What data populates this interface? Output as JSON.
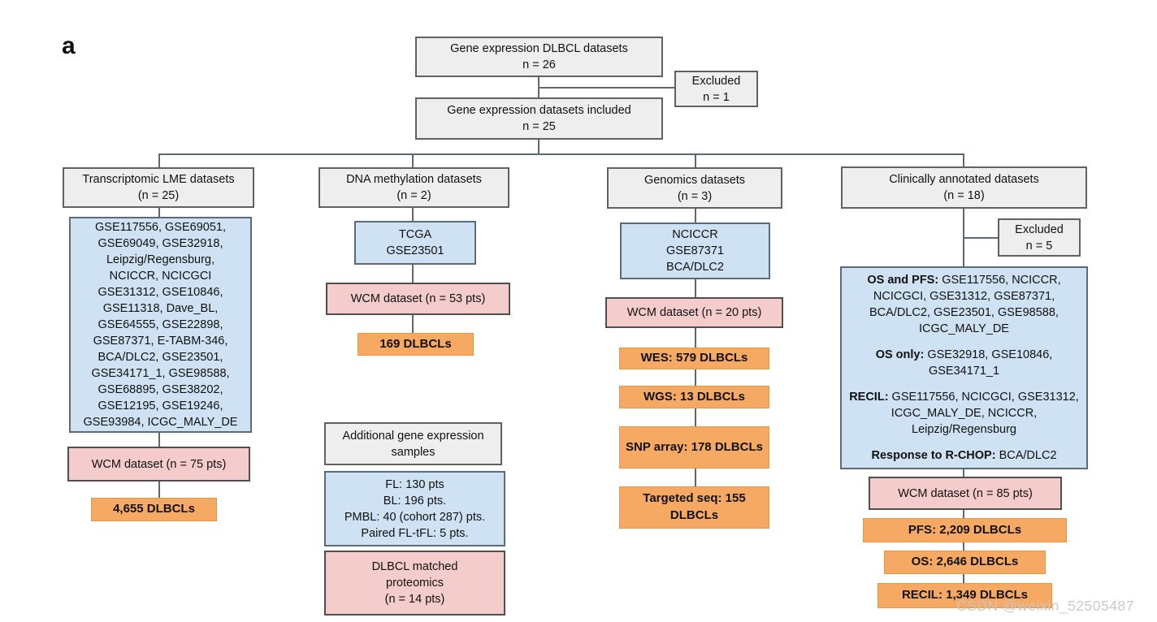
{
  "panel_label": "a",
  "watermark": "CSDN @weixin_52505487",
  "colors": {
    "header_fill": "#eeeeee",
    "datasets_fill": "#cfe2f3",
    "wcm_fill": "#f4cccc",
    "result_fill": "#f5a962",
    "connector": "#5c6874",
    "border": "#595959"
  },
  "top": {
    "root": [
      "Gene expression DLBCL datasets",
      "n = 26"
    ],
    "excluded": [
      "Excluded",
      "n = 1"
    ],
    "included": [
      "Gene expression datasets included",
      "n = 25"
    ]
  },
  "columns": [
    {
      "header": [
        "Transcriptomic LME datasets",
        "(n = 25)"
      ],
      "datasets": [
        "GSE117556, GSE69051,",
        "GSE69049, GSE32918,",
        "Leipzig/Regensburg,",
        "NCICCR, NCICGCI",
        "GSE31312, GSE10846,",
        "GSE11318, Dave_BL,",
        "GSE64555, GSE22898,",
        "GSE87371, E-TABM-346,",
        "BCA/DLC2, GSE23501,",
        "GSE34171_1, GSE98588,",
        "GSE68895, GSE38202,",
        "GSE12195, GSE19246,",
        "GSE93984, ICGC_MALY_DE"
      ],
      "wcm": "WCM dataset (n = 75 pts)",
      "results": [
        "4,655 DLBCLs"
      ]
    },
    {
      "header": [
        "DNA methylation datasets",
        "(n = 2)"
      ],
      "datasets": [
        "TCGA",
        "GSE23501"
      ],
      "wcm": "WCM dataset (n = 53 pts)",
      "results": [
        "169 DLBCLs"
      ],
      "additional": {
        "header": [
          "Additional gene expression",
          "samples"
        ],
        "samples": [
          "FL: 130 pts",
          "BL: 196 pts.",
          "PMBL: 40 (cohort 287) pts.",
          "Paired FL-tFL: 5 pts."
        ],
        "proteomics": [
          "DLBCL matched",
          "proteomics",
          "(n = 14 pts)"
        ]
      }
    },
    {
      "header": [
        "Genomics datasets",
        "(n = 3)"
      ],
      "datasets": [
        "NCICCR",
        "GSE87371",
        "BCA/DLC2"
      ],
      "wcm": "WCM dataset (n = 20 pts)",
      "results": [
        "WES: 579 DLBCLs",
        "WGS: 13 DLBCLs",
        "SNP array: 178 DLBCLs",
        "Targeted seq: 155 DLBCLs"
      ]
    },
    {
      "header": [
        "Clinically annotated datasets",
        "(n = 18)"
      ],
      "excluded": [
        "Excluded",
        "n = 5"
      ],
      "clinical_endpoints": [
        {
          "label": "OS and PFS:",
          "datasets": "GSE117556, NCICCR, NCICGCI, GSE31312, GSE87371, BCA/DLC2, GSE23501, GSE98588, ICGC_MALY_DE"
        },
        {
          "label": "OS only:",
          "datasets": "GSE32918, GSE10846, GSE34171_1"
        },
        {
          "label": "RECIL:",
          "datasets": "GSE117556, NCICGCI, GSE31312, ICGC_MALY_DE, NCICCR, Leipzig/Regensburg"
        },
        {
          "label": "Response to R-CHOP:",
          "datasets": "BCA/DLC2"
        }
      ],
      "wcm": "WCM dataset (n = 85 pts)",
      "results": [
        "PFS: 2,209 DLBCLs",
        "OS: 2,646 DLBCLs",
        "RECIL: 1,349 DLBCLs"
      ]
    }
  ]
}
